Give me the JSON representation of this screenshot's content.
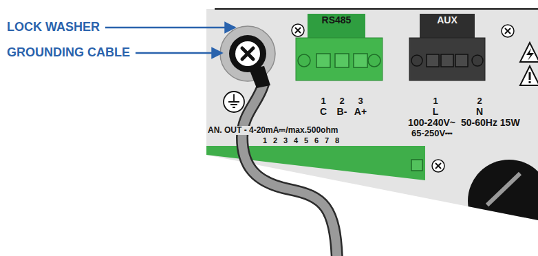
{
  "diagram": {
    "labels": [
      "LOCK WASHER",
      "GROUNDING CABLE",
      "RS485",
      "AUX",
      "1",
      "2",
      "3",
      "C",
      "B-",
      "A+",
      "1",
      "2",
      "L",
      "N",
      "100-240V~",
      "50-60Hz 15W",
      "65-250V⎓",
      "AN. OUT - 4-20mA⎓/max.500ohm",
      "1",
      "2",
      "3",
      "4",
      "5",
      "6",
      "7",
      "8"
    ]
  }
}
